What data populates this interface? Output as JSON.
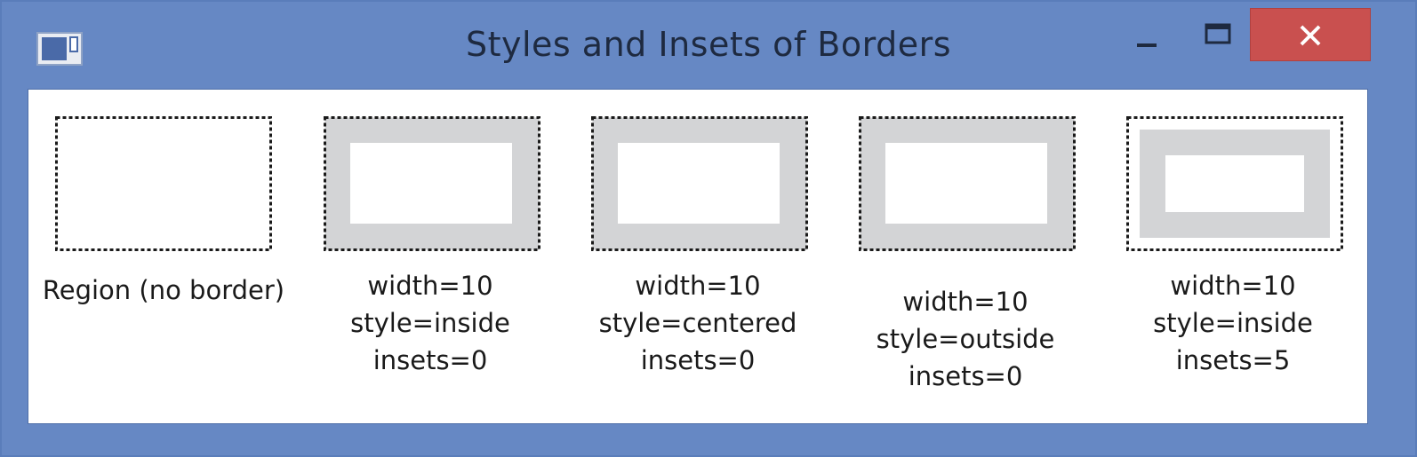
{
  "window": {
    "title": "Styles and Insets of Borders",
    "colors": {
      "frame": "#6688c4",
      "close": "#c9504f",
      "border_fill": "#d3d4d6",
      "dash": "#1a1a1a"
    },
    "controls": {
      "minimize_icon": "minimize-icon",
      "maximize_icon": "maximize-icon",
      "close_icon": "close-icon"
    }
  },
  "samples": [
    {
      "label": "Region (no border)",
      "lines": [
        "Region (no border)"
      ],
      "border_width": 0,
      "style": "none",
      "insets": 0
    },
    {
      "lines": [
        "width=10",
        "style=inside",
        "insets=0"
      ],
      "border_width": 10,
      "style": "inside",
      "insets": 0
    },
    {
      "lines": [
        "width=10",
        "style=centered",
        "insets=0"
      ],
      "border_width": 10,
      "style": "centered",
      "insets": 0
    },
    {
      "lines": [
        "width=10",
        "style=outside",
        "insets=0"
      ],
      "border_width": 10,
      "style": "outside",
      "insets": 0
    },
    {
      "lines": [
        "width=10",
        "style=inside",
        "insets=5"
      ],
      "border_width": 10,
      "style": "inside",
      "insets": 5
    }
  ]
}
